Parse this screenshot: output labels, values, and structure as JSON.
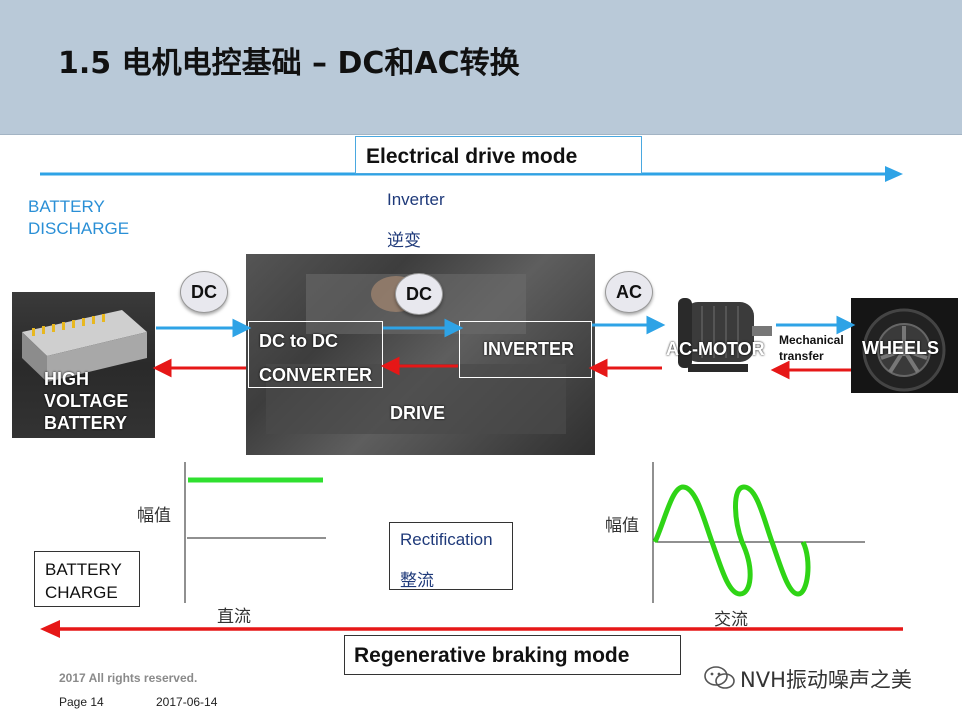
{
  "header": {
    "title": "1.5 电机电控基础 – DC和AC转换"
  },
  "modes": {
    "electrical": "Electrical drive mode",
    "regenerative": "Regenerative braking mode"
  },
  "battery_discharge": [
    "BATTERY",
    "DISCHARGE"
  ],
  "battery_charge": [
    "BATTERY",
    "CHARGE"
  ],
  "inverter_label": {
    "en": "Inverter",
    "cn": "逆变"
  },
  "rectification_label": {
    "en": "Rectification",
    "cn": "整流"
  },
  "current_types": {
    "dc1": "DC",
    "dc2": "DC",
    "ac": "AC"
  },
  "components": {
    "battery": [
      "HIGH",
      "VOLTAGE",
      "BATTERY"
    ],
    "converter": [
      "DC to DC",
      "CONVERTER"
    ],
    "inverter": "INVERTER",
    "drive": "DRIVE",
    "motor": "AC-MOTOR",
    "mechanical": [
      "Mechanical",
      "transfer"
    ],
    "wheels": "WHEELS"
  },
  "graphs": {
    "amplitude_left": "幅值",
    "amplitude_right": "幅值",
    "dc_label": "直流",
    "ac_label": "交流"
  },
  "footer": {
    "rights": "2017 All rights reserved.",
    "page": "Page 14",
    "date": "2017-06-14",
    "watermark": "NVH振动噪声之美"
  },
  "colors": {
    "header": "#b9c9d8",
    "drive_arrow": "#2ea3e6",
    "brake_arrow": "#e61717",
    "dc_line": "#2fe02f",
    "ac_wave": "#2fd416",
    "discharge_text": "#2a8fd6"
  }
}
